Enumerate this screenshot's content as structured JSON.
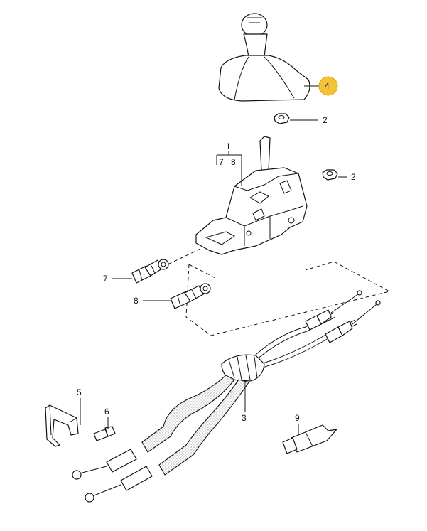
{
  "callouts": {
    "boot": "4",
    "nut_top": "2",
    "nut_right": "2",
    "assembly": "1",
    "sub7": "7",
    "sub8": "8",
    "pin7": "7",
    "pin8": "8",
    "cable": "3",
    "bracket": "5",
    "bolt": "6",
    "tube": "9"
  },
  "colors": {
    "highlight": "#f5c33b",
    "ink": "#111111"
  }
}
